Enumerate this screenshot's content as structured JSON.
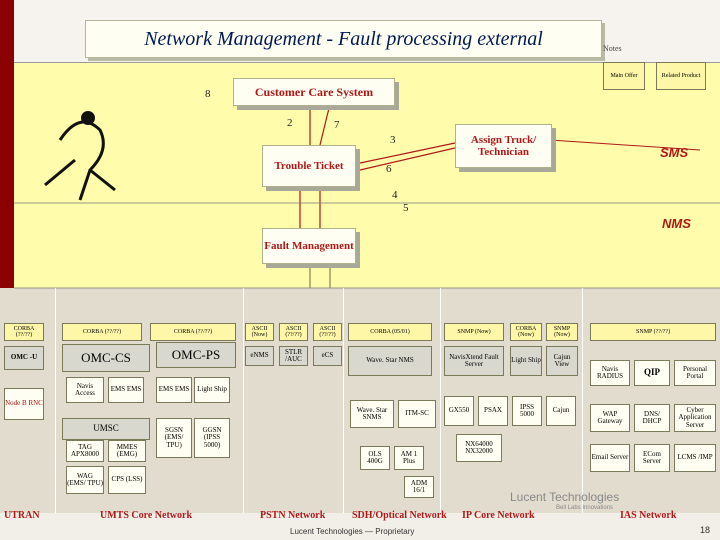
{
  "title": "Network Management - Fault processing external",
  "notes": {
    "label": "Notes",
    "main_offer": "Main Offer",
    "related_product": "Related Product"
  },
  "top": {
    "customer_care": "Customer Care System",
    "trouble_ticket": "Trouble Ticket",
    "assign_truck": "Assign Truck/ Technician",
    "fault_management": "Fault Management",
    "sms": "SMS",
    "nms": "NMS",
    "numbers": {
      "n8": "8",
      "n2": "2",
      "n7": "7",
      "n3": "3",
      "n6": "6",
      "n4": "4",
      "n5": "5"
    }
  },
  "utran": {
    "corba": "CORBA (??/??)",
    "omc": "OMC -U",
    "nodeb": "Node B RNC"
  },
  "umts": {
    "corba_cs": "CORBA (??/??)",
    "omc_cs": "OMC-CS",
    "navis": "Navis Access",
    "ems_cs": "EMS EMS",
    "corba_ps": "CORBA (??/??)",
    "omc_ps": "OMC-PS",
    "ems_ps": "EMS EMS",
    "light_ship": "Light Ship",
    "umsc": "UMSC",
    "tag": "TAG APX8000",
    "mmes": "MMES (EMG)",
    "wag": "WAG (EMS/ TPU)",
    "cps": "CPS (LSS)",
    "sgsn": "SGSN (EMS/ TPU)",
    "ggsn": "GGSN (IPSS 5000)"
  },
  "pstn": {
    "ascii_now": "ASCII (Now)",
    "ascii2": "ASCII (??/??)",
    "ascii3": "ASCII (??/??)",
    "enms": "eNMS",
    "stlr": "STLR /AUC",
    "ecs": "eCS"
  },
  "sdh": {
    "corba": "CORBA (05/01)",
    "wavestar": "Wave. Star NMS",
    "wavestar_snms": "Wave. Star SNMS",
    "itm_sc": "ITM-SC",
    "ols": "OLS 400G",
    "am1": "AM 1 Plus",
    "adm": "ADM 16/1"
  },
  "ip": {
    "snmp_now": "SNMP (Now)",
    "corba_now": "CORBA (Now)",
    "snmp_now2": "SNMP (Now)",
    "navis_xtend": "NavisXtend Fault Server",
    "light_ship": "Light Ship",
    "cajun_view": "Cajun View",
    "gx550": "GX550",
    "psax": "PSAX",
    "ipss": "IPSS 5000",
    "cajun": "Cajun",
    "nx": "NX64000 NX32000"
  },
  "ias": {
    "snmp": "SNMP (??/??)",
    "navis_radius": "Navis RADIUS",
    "qip": "QIP",
    "personal_portal": "Personal Portal",
    "wap": "WAP Gateway",
    "dns": "DNS/ DHCP",
    "cyber": "Cyber Application Server",
    "email": "Email Server",
    "ecom": "ECom Server",
    "lcms": "LCMS /IMP"
  },
  "footer": {
    "utran": "UTRAN",
    "umts": "UMTS Core Network",
    "pstn": "PSTN Network",
    "sdh": "SDH/Optical Network",
    "ip": "IP Core Network",
    "ias": "IAS Network",
    "lucent": "Lucent Technologies",
    "bell": "Bell Labs Innovations",
    "center": "Lucent Technologies — Proprietary",
    "page": "18"
  },
  "colors": {
    "accent": "#b01818",
    "title": "#001a55",
    "panel": "#fffcab"
  }
}
